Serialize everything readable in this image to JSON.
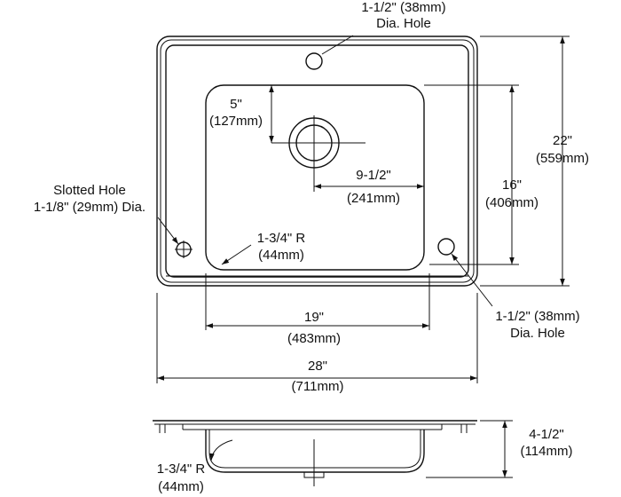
{
  "labels": {
    "top_hole_line1": "1-1/2\" (38mm)",
    "top_hole_line2": "Dia. Hole",
    "drain_offset_line1": "5\"",
    "drain_offset_line2": "(127mm)",
    "drain_center_line1": "9-1/2\"",
    "drain_center_line2": "(241mm)",
    "bowl_length_line1": "16\"",
    "bowl_length_line2": "(406mm)",
    "overall_length_line1": "22\"",
    "overall_length_line2": "(559mm)",
    "slotted_hole_line1": "Slotted Hole",
    "slotted_hole_line2": "1-1/8\" (29mm) Dia.",
    "bowl_radius_line1": "1-3/4\" R",
    "bowl_radius_line2": "(44mm)",
    "side_hole_line1": "1-1/2\" (38mm)",
    "side_hole_line2": "Dia. Hole",
    "bowl_width_line1": "19\"",
    "bowl_width_line2": "(483mm)",
    "overall_width_line1": "28\"",
    "overall_width_line2": "(711mm)",
    "depth_line1": "4-1/2\"",
    "depth_line2": "(114mm)",
    "side_radius_line1": "1-3/4\" R",
    "side_radius_line2": "(44mm)"
  },
  "colors": {
    "line": "#111111",
    "background": "#ffffff"
  }
}
